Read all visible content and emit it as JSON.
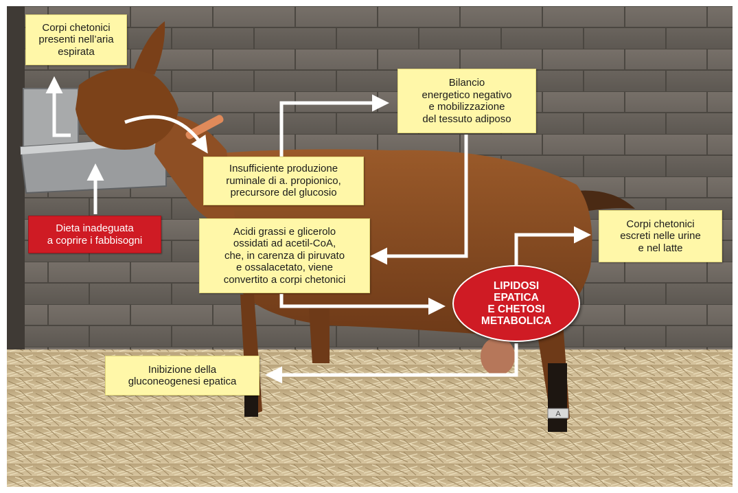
{
  "colors": {
    "note_bg": "#fff7a8",
    "alert_red": "#cf1b24",
    "arrow": "#ffffff",
    "wall": "#6f6a64",
    "straw": "#c9b48a",
    "goat": "#8a4b22"
  },
  "boxes": {
    "ketone_breath": "Corpi chetonici\npresenti nell’aria\nespirata",
    "negative_balance": "Bilancio\nenergetico negativo\ne mobilizzazione\ndel tessuto adiposo",
    "propionic": "Insufficiente produzione\nruminale di a. propionico,\nprecursore del glucosio",
    "diet": "Dieta inadeguata\na coprire i fabbisogni",
    "fatty_acids": "Acidi grassi e glicerolo\nossidati ad acetil-CoA,\nche, in carenza di piruvato\ne ossalacetato, viene\nconvertito a corpi chetonici",
    "ketone_urine": "Corpi chetonici\nescreti nelle urine\ne nel latte",
    "gluconeogenesis": "Inibizione della\ngluconeogenesi epatica"
  },
  "central": "LIPIDOSI\nEPATICA\nE CHETOSI\nMETABOLICA",
  "photo": {
    "ankle_tag": "A"
  }
}
